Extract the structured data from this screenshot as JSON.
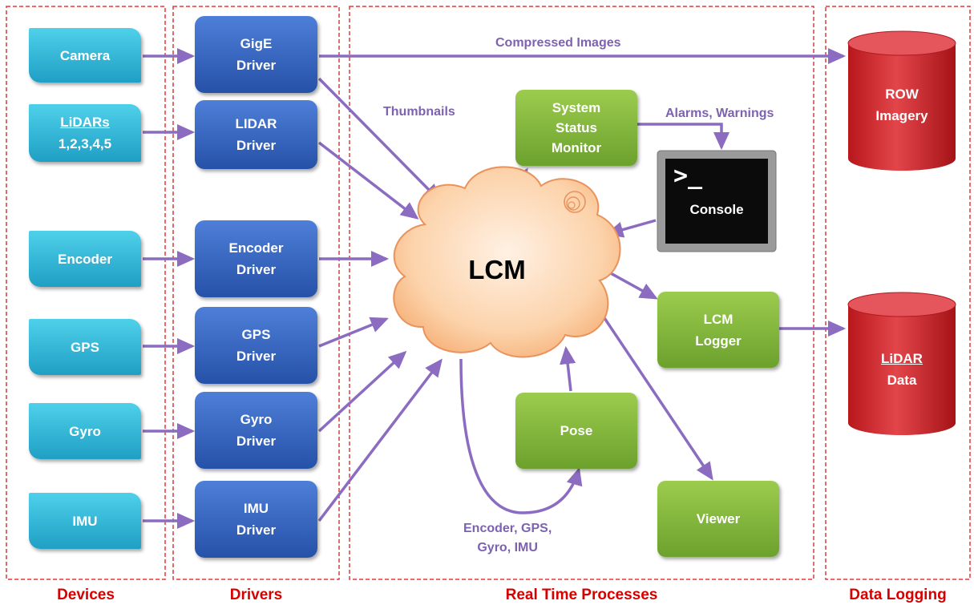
{
  "sections": {
    "devices": "Devices",
    "drivers": "Drivers",
    "realtime": "Real Time Processes",
    "logging": "Data Logging"
  },
  "devices": {
    "camera": "Camera",
    "lidars_l1": "LiDARs",
    "lidars_l2": "1,2,3,4,5",
    "encoder": "Encoder",
    "gps": "GPS",
    "gyro": "Gyro",
    "imu": "IMU"
  },
  "drivers": {
    "gige_l1": "GigE",
    "gige_l2": "Driver",
    "lidar_l1": "LIDAR",
    "lidar_l2": "Driver",
    "encoder_l1": "Encoder",
    "encoder_l2": "Driver",
    "gps_l1": "GPS",
    "gps_l2": "Driver",
    "gyro_l1": "Gyro",
    "gyro_l2": "Driver",
    "imu_l1": "IMU",
    "imu_l2": "Driver"
  },
  "processes": {
    "lcm": "LCM",
    "monitor_l1": "System",
    "monitor_l2": "Status",
    "monitor_l3": "Monitor",
    "console_prompt": ">_",
    "console": "Console",
    "logger_l1": "LCM",
    "logger_l2": "Logger",
    "pose": "Pose",
    "viewer": "Viewer"
  },
  "storage": {
    "row_l1": "ROW",
    "row_l2": "Imagery",
    "lidar_l1": "LiDAR",
    "lidar_l2": "Data"
  },
  "labels": {
    "compressed": "Compressed Images",
    "thumbnails": "Thumbnails",
    "alarms": "Alarms, Warnings",
    "pose_in_l1": "Encoder, GPS,",
    "pose_in_l2": "Gyro, IMU"
  },
  "colors": {
    "section_border": "#e0393a",
    "section_title": "#d60000",
    "arrow": "#8b6cc0",
    "device": "#2bb4d8",
    "driver": "#3465c0",
    "process": "#7fb539",
    "cloud": "#fbd3b0",
    "storage": "#c8262b"
  }
}
